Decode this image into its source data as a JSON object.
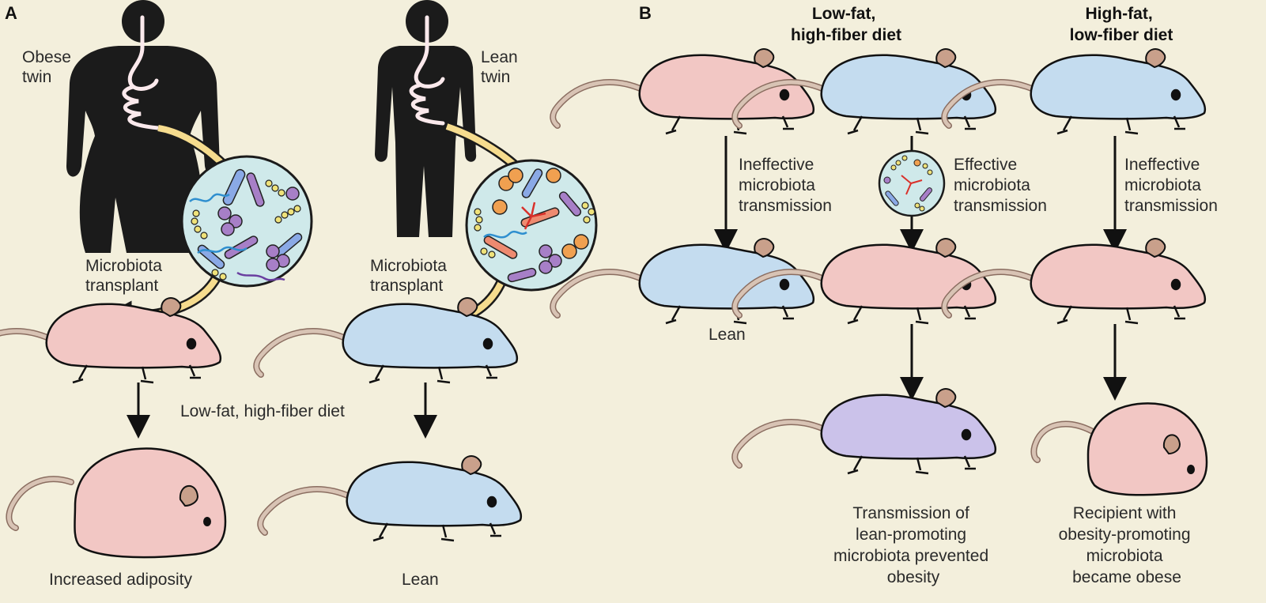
{
  "panel_a": {
    "letter": "A",
    "obese_twin": [
      "Obese",
      "twin"
    ],
    "lean_twin": [
      "Lean",
      "twin"
    ],
    "transplant_left": [
      "Microbiota",
      "transplant"
    ],
    "transplant_right": [
      "Microbiota",
      "transplant"
    ],
    "diet": "Low-fat, high-fiber diet",
    "outcome_left": "Increased adiposity",
    "outcome_right": "Lean"
  },
  "panel_b": {
    "letter": "B",
    "header_low": [
      "Low-fat,",
      "high-fiber diet"
    ],
    "header_high": [
      "High-fat,",
      "low-fiber diet"
    ],
    "col1_arrow": [
      "Ineffective",
      "microbiota",
      "transmission"
    ],
    "col2_arrow": [
      "Effective",
      "microbiota",
      "transmission"
    ],
    "col3_arrow": [
      "Ineffective",
      "microbiota",
      "transmission"
    ],
    "col1_outcome": "Lean",
    "col2_outcome": [
      "Transmission of",
      "lean-promoting",
      "microbiota prevented",
      "obesity"
    ],
    "col3_outcome": [
      "Recipient with",
      "obesity-promoting",
      "microbiota",
      "became obese"
    ]
  },
  "colors": {
    "background": "#f3efdc",
    "pink_mouse": "#f2c7c4",
    "blue_mouse": "#c4dcef",
    "purple_mouse": "#cbc2ea",
    "transplant_arrow": "#f6dc8e",
    "silhouette": "#1b1b1b",
    "microbe_circle": "#cfe9ea"
  }
}
